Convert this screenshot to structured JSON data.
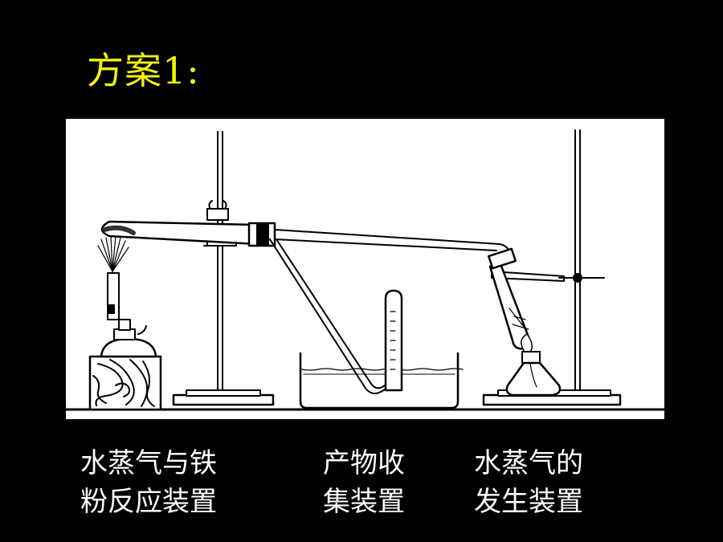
{
  "slide": {
    "title": "方案1:",
    "captions": [
      {
        "line1": "水蒸气与铁",
        "line2": "粉反应装置"
      },
      {
        "line1": "产物收",
        "line2": "集装置"
      },
      {
        "line1": "水蒸气的",
        "line2": "发生装置"
      }
    ]
  }
}
